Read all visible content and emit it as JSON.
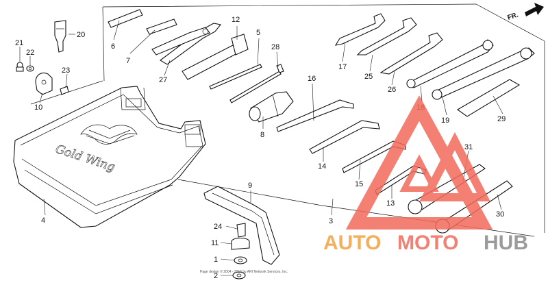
{
  "direction": {
    "label": "FR."
  },
  "case_logo": {
    "text": "Gold Wing"
  },
  "copyright": {
    "text": "Page design © 2004 - 2016 by ARI Network Services, Inc."
  },
  "watermark": {
    "part1": "AUTO",
    "part2": "MOTO",
    "part3": "HUB",
    "color_red": "#f26a5a",
    "color_orange": "#f4a040",
    "color_gray": "#8a8a8a"
  },
  "parts": {
    "p1": "1",
    "p2": "2",
    "p3": "3",
    "p4": "4",
    "p5": "5",
    "p6": "6",
    "p7": "7",
    "p8": "8",
    "p9": "9",
    "p10": "10",
    "p11": "11",
    "p12": "12",
    "p13": "13",
    "p14": "14",
    "p15": "15",
    "p16": "16",
    "p17": "17",
    "p18": "18",
    "p19": "19",
    "p20": "20",
    "p21": "21",
    "p22": "22",
    "p23": "23",
    "p24": "24",
    "p25": "25",
    "p26": "26",
    "p27": "27",
    "p28": "28",
    "p29": "29",
    "p30": "30",
    "p31": "31"
  }
}
